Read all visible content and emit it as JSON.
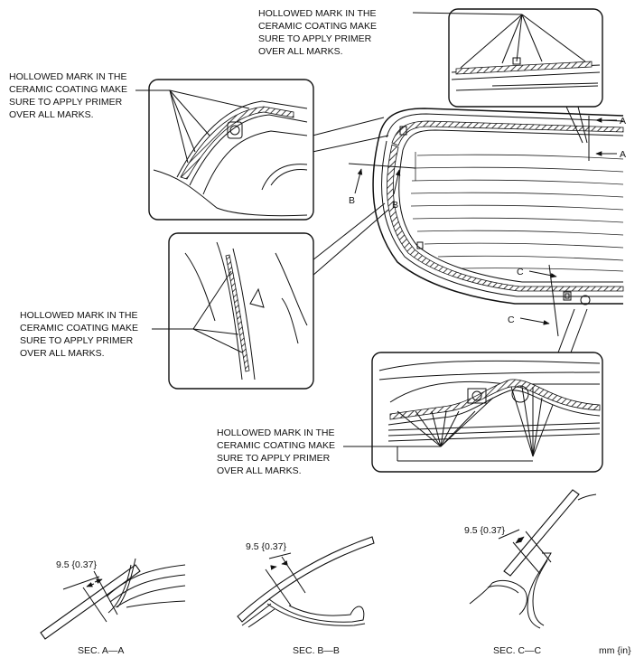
{
  "notes": {
    "top_right": [
      "HOLLOWED MARK IN THE",
      "CERAMIC COATING MAKE",
      "SURE TO APPLY PRIMER",
      "OVER ALL MARKS."
    ],
    "upper_left": [
      "HOLLOWED MARK IN THE",
      "CERAMIC COATING MAKE",
      "SURE TO APPLY PRIMER",
      "OVER ALL MARKS."
    ],
    "middle_left": [
      "HOLLOWED MARK IN THE",
      "CERAMIC COATING MAKE",
      "SURE TO APPLY PRIMER",
      "OVER ALL MARKS."
    ],
    "lower_center": [
      "HOLLOWED MARK IN THE",
      "CERAMIC COATING MAKE",
      "SURE TO APPLY PRIMER",
      "OVER ALL MARKS."
    ]
  },
  "section_markers": {
    "a": "A",
    "b": "B",
    "c": "C"
  },
  "sections": [
    {
      "label": "SEC. A—A",
      "dimension": "9.5 {0.37}"
    },
    {
      "label": "SEC. B—B",
      "dimension": "9.5 {0.37}"
    },
    {
      "label": "SEC. C—C",
      "dimension": "9.5 {0.37}"
    }
  ],
  "units": "mm {in}"
}
